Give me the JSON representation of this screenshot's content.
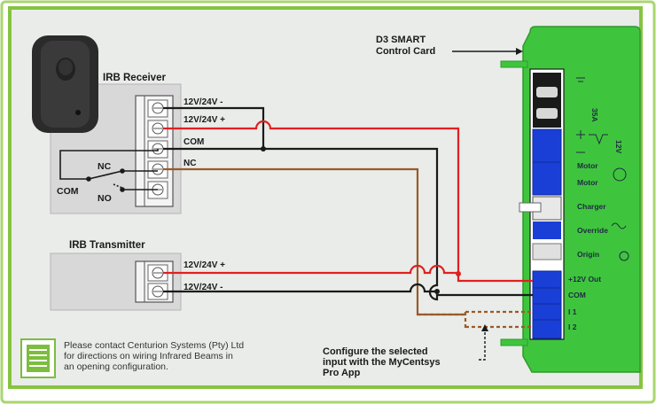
{
  "receiver": {
    "title": "IRB Receiver",
    "terminals": [
      "12V/24V -",
      "12V/24V +",
      "COM",
      "NC"
    ],
    "relay": {
      "nc": "NC",
      "no": "NO",
      "com": "COM"
    }
  },
  "transmitter": {
    "title": "IRB Transmitter",
    "terminals": [
      "12V/24V +",
      "12V/24V -"
    ]
  },
  "controller": {
    "title_line1": "D3 SMART",
    "title_line2": "Control Card",
    "labels": [
      "35A",
      "12V",
      "Motor",
      "Motor",
      "Charger",
      "Override",
      "Origin",
      "+12V Out",
      "COM",
      "I 1",
      "I 2"
    ]
  },
  "note": {
    "lines": [
      "Please contact Centurion Systems (Pty) Ltd",
      "for directions on wiring Infrared Beams in",
      "an opening configuration."
    ]
  },
  "configure": {
    "lines": [
      "Configure the selected",
      "input with the MyCentsys",
      "Pro App"
    ]
  },
  "colors": {
    "frame": "#86c440",
    "board": "#3fc53d",
    "red_wire": "#e02020",
    "black_wire": "#1a1a1a",
    "brown_wire": "#9a5a2a",
    "blue_block": "#1a3fd6"
  }
}
